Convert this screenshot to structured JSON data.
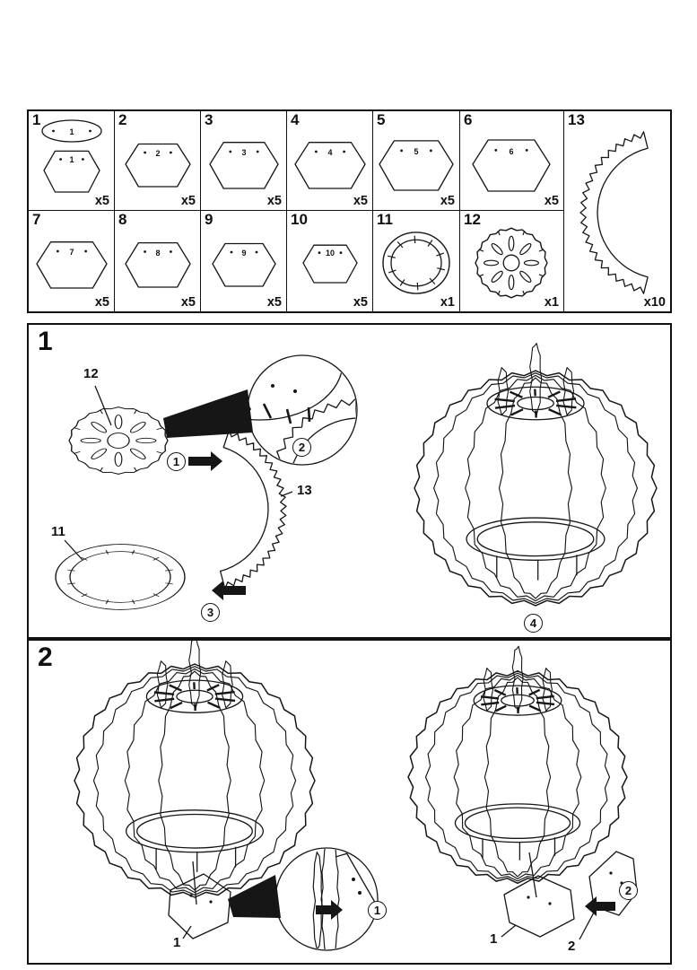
{
  "parts": [
    {
      "id": "1",
      "qty": "x5"
    },
    {
      "id": "2",
      "qty": "x5"
    },
    {
      "id": "3",
      "qty": "x5"
    },
    {
      "id": "4",
      "qty": "x5"
    },
    {
      "id": "5",
      "qty": "x5"
    },
    {
      "id": "6",
      "qty": "x5"
    },
    {
      "id": "7",
      "qty": "x5"
    },
    {
      "id": "8",
      "qty": "x5"
    },
    {
      "id": "9",
      "qty": "x5"
    },
    {
      "id": "10",
      "qty": "x5"
    },
    {
      "id": "11",
      "qty": "x1"
    },
    {
      "id": "12",
      "qty": "x1"
    },
    {
      "id": "13",
      "qty": "x10"
    }
  ],
  "steps": {
    "step1": {
      "label": "1",
      "callout12": "12",
      "callout13": "13",
      "callout11": "11",
      "badge1": "1",
      "badge2": "2",
      "badge3": "3",
      "badge4": "4"
    },
    "step2": {
      "label": "2",
      "left_piece": "1",
      "right_piece1": "1",
      "right_piece2": "2",
      "badge1": "1",
      "badge2": "2"
    }
  }
}
